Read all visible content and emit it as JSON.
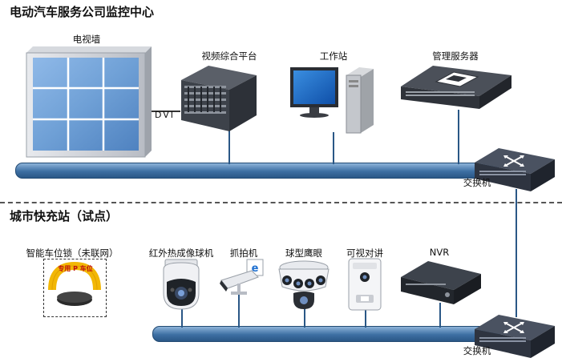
{
  "section1": {
    "title": "电动汽车服务公司监控中心"
  },
  "section2": {
    "title": "城市快充站（试点）"
  },
  "nodes": {
    "video_wall": "电视墙",
    "video_platform": "视频综合平台",
    "workstation": "工作站",
    "mgmt_server": "管理服务器",
    "switch_top": "交换机",
    "parking_lock": "智能车位锁（未联网）",
    "ir_camera": "红外热成像球机",
    "capture_cam": "抓拍机",
    "eagle_eye": "球型鹰眼",
    "intercom": "可视对讲",
    "nvr": "NVR",
    "switch_bottom": "交换机"
  },
  "links": {
    "dvi": "DVI"
  },
  "lock_text": "专用 P 车位",
  "colors": {
    "bus": "#3d6fa3",
    "wall_panel": "#6fa0d6",
    "switch": "#3a4250"
  },
  "icons": {
    "video_wall": "video-wall-icon",
    "platform": "video-platform-icon",
    "workstation": "workstation-icon",
    "server": "server-icon",
    "switch": "switch-icon",
    "lock": "parking-lock-icon",
    "ptz": "ptz-camera-icon",
    "bullet": "bullet-camera-icon",
    "eagle": "eagle-eye-camera-icon",
    "intercom": "intercom-icon",
    "nvr": "nvr-icon"
  }
}
